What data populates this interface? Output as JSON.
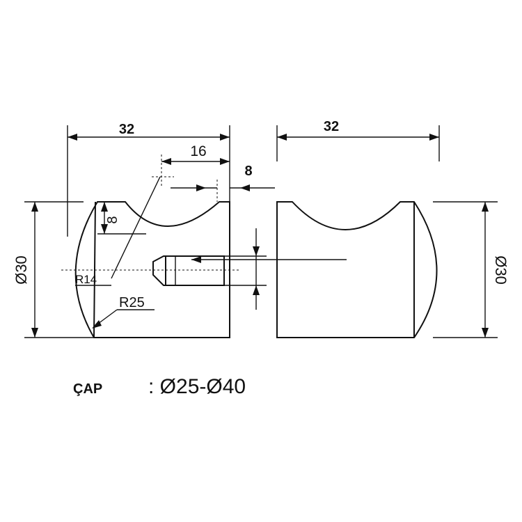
{
  "dimensions": {
    "left_width": "32",
    "right_width": "32",
    "inner_width": "16",
    "offset": "8",
    "depth": "8",
    "left_diameter": "Ø30",
    "right_diameter": "Ø30",
    "radius_small": "R14",
    "radius_large": "R25"
  },
  "legend": {
    "label": "ÇAP",
    "value": ": Ø25-Ø40"
  }
}
